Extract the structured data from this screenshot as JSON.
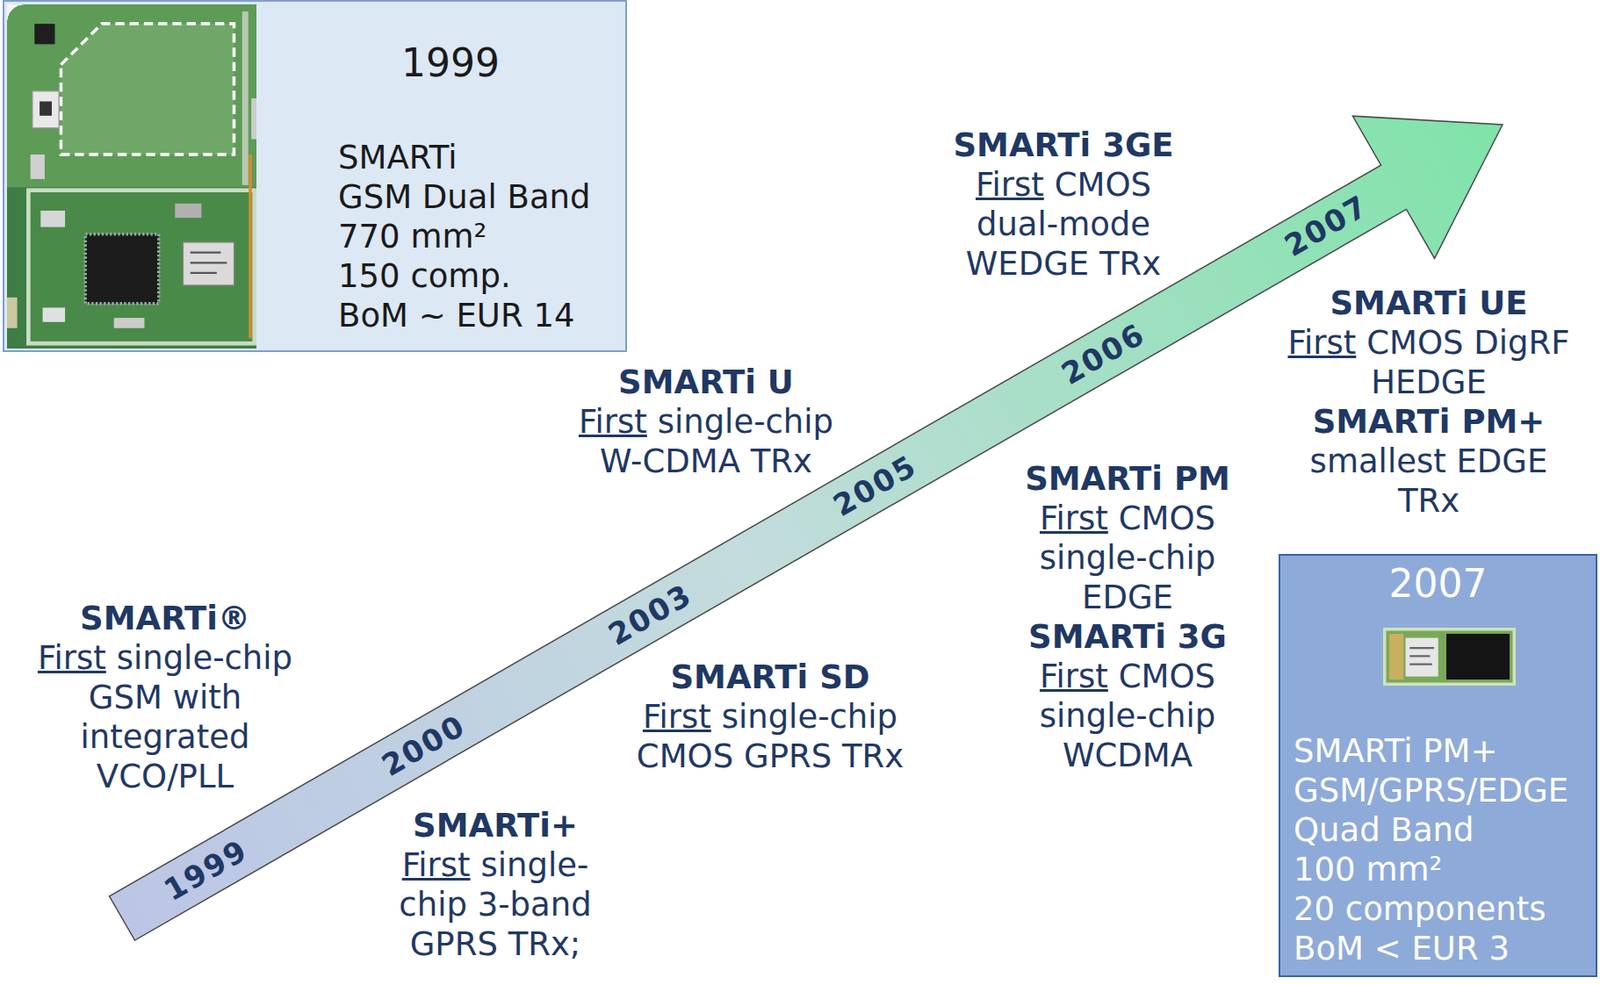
{
  "diagram": {
    "nodes": [
      {
        "text": [
          "1999",
          "SMARTi",
          "GSM Dual Band",
          "770 mm²",
          "150 comp.",
          "BoM ~ EUR 14"
        ]
      },
      {
        "text": [
          "1999",
          "2000",
          "2003",
          "2005",
          "2006",
          "2007"
        ]
      },
      {
        "text": [
          "2007",
          "SMARTi PM+",
          "GSM/GPRS/EDGE",
          "Quad Band",
          "100 mm²",
          "20 components",
          "BoM < EUR 3"
        ]
      }
    ],
    "labels": [
      "SMARTi®",
      "First",
      "single-chip GSM with integrated VCO/PLL",
      "SMARTi+",
      "First",
      "single-chip 3-band GPRS TRx;",
      "SMARTi U",
      "First",
      "single-chip W-CDMA TRx",
      "SMARTi SD",
      "First",
      "single-chip CMOS GPRS TRx",
      "SMARTi 3GE",
      "First",
      "CMOS dual-mode WEDGE TRx",
      "SMARTi PM",
      "First",
      "CMOS single-chip EDGE",
      "SMARTi 3G",
      "First",
      "CMOS single-chip WCDMA",
      "SMARTi UE",
      "First",
      "CMOS DigRF HEDGE",
      "SMARTi PM+",
      "smallest EDGE TRx"
    ]
  }
}
